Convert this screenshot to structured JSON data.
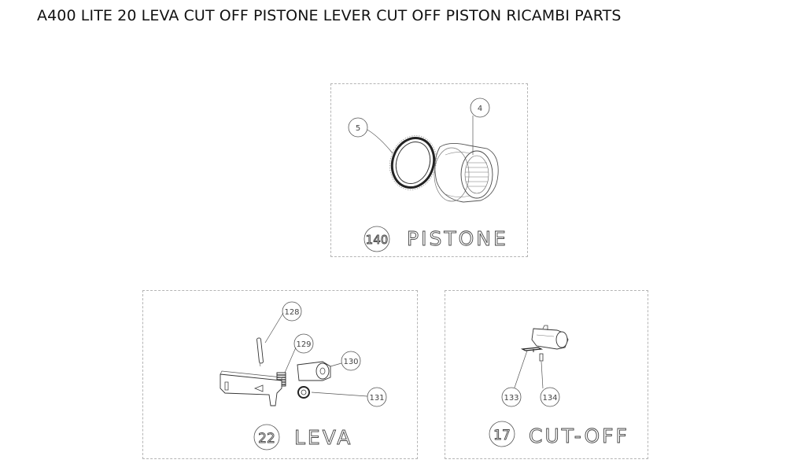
{
  "title": "A400 LITE 20 LEVA CUT OFF PISTONE LEVER CUT OFF PISTON RICAMBI PARTS",
  "panels": {
    "pistone": {
      "number": "140",
      "label": "PISTONE",
      "callouts": [
        "5",
        "4"
      ]
    },
    "leva": {
      "number": "22",
      "label": "LEVA",
      "callouts": [
        "128",
        "129",
        "130",
        "131"
      ]
    },
    "cutoff": {
      "number": "17",
      "label": "CUT-OFF",
      "callouts": [
        "133",
        "134"
      ]
    }
  }
}
